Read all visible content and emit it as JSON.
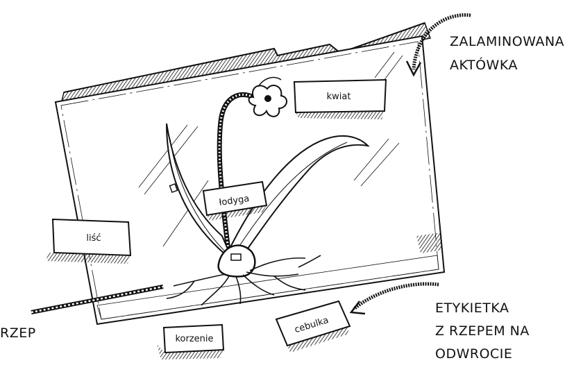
{
  "labels": {
    "kwiat": "kwiat",
    "lodyga": "łodyga",
    "lisc": "liść",
    "korzenie": "korzenie",
    "cebulka": "cebulka"
  },
  "captions": {
    "folder_line1": "ZALAMINOWANA",
    "folder_line2": "AKTÓWKA",
    "tag_line1": "ETYKIETKA",
    "tag_line2": "Z RZEPEM NA",
    "tag_line3": "ODWROCIE",
    "rzep": "RZEP"
  },
  "colors": {
    "ink": "#111111",
    "paper": "#ffffff"
  }
}
